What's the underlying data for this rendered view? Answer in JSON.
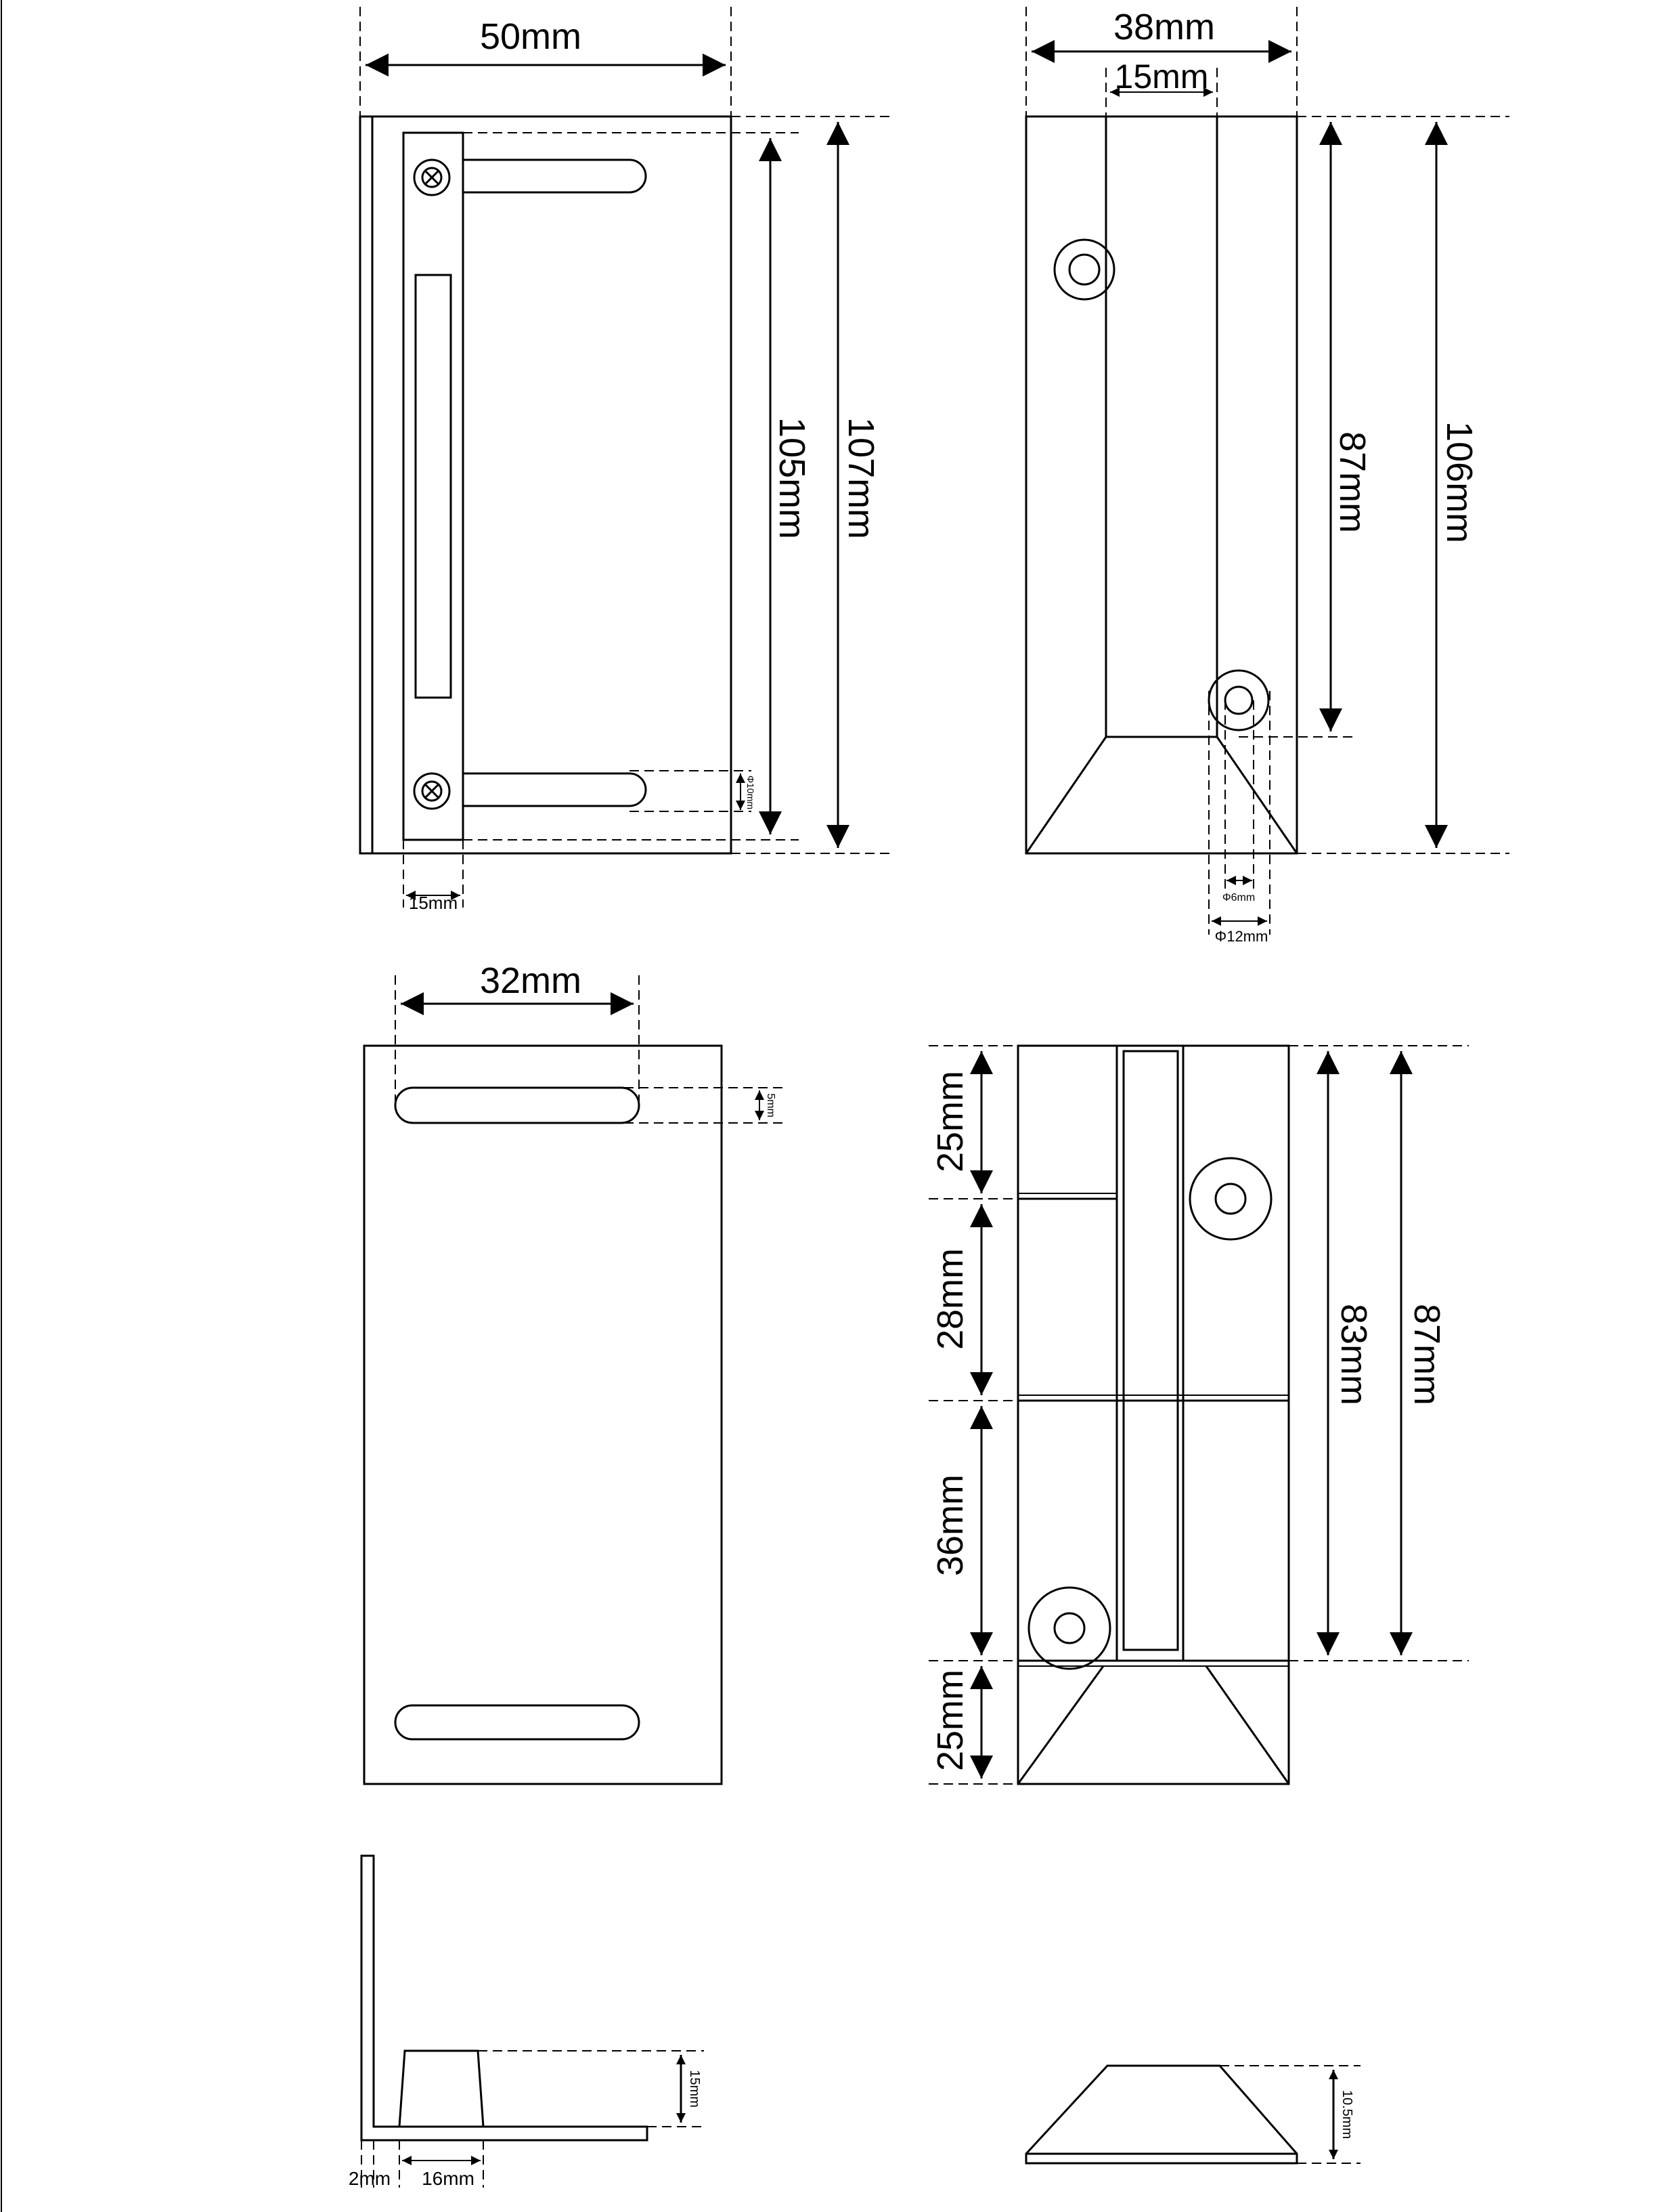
{
  "views": {
    "front": {
      "width": "50mm",
      "inner_height": "105mm",
      "outer_height": "107mm",
      "slot_dia": "Φ10mm",
      "plate_width": "15mm"
    },
    "side": {
      "width": "38mm",
      "inner_width": "15mm",
      "inner_height": "87mm",
      "outer_height": "106mm",
      "hole_dia": "Φ6mm",
      "hole_outer_dia": "Φ12mm"
    },
    "plate": {
      "slot_spacing": "32mm",
      "slot_width": "5mm"
    },
    "back": {
      "seg_1": "25mm",
      "seg_2": "28mm",
      "seg_3": "36mm",
      "seg_4": "25mm",
      "inner_height": "83mm",
      "outer_height": "87mm"
    },
    "profile": {
      "height": "15mm",
      "thickness": "2mm",
      "base_width": "16mm"
    },
    "bottom": {
      "height": "10.5mm"
    }
  },
  "colors": {
    "line": "#000000",
    "background": "#ffffff"
  }
}
